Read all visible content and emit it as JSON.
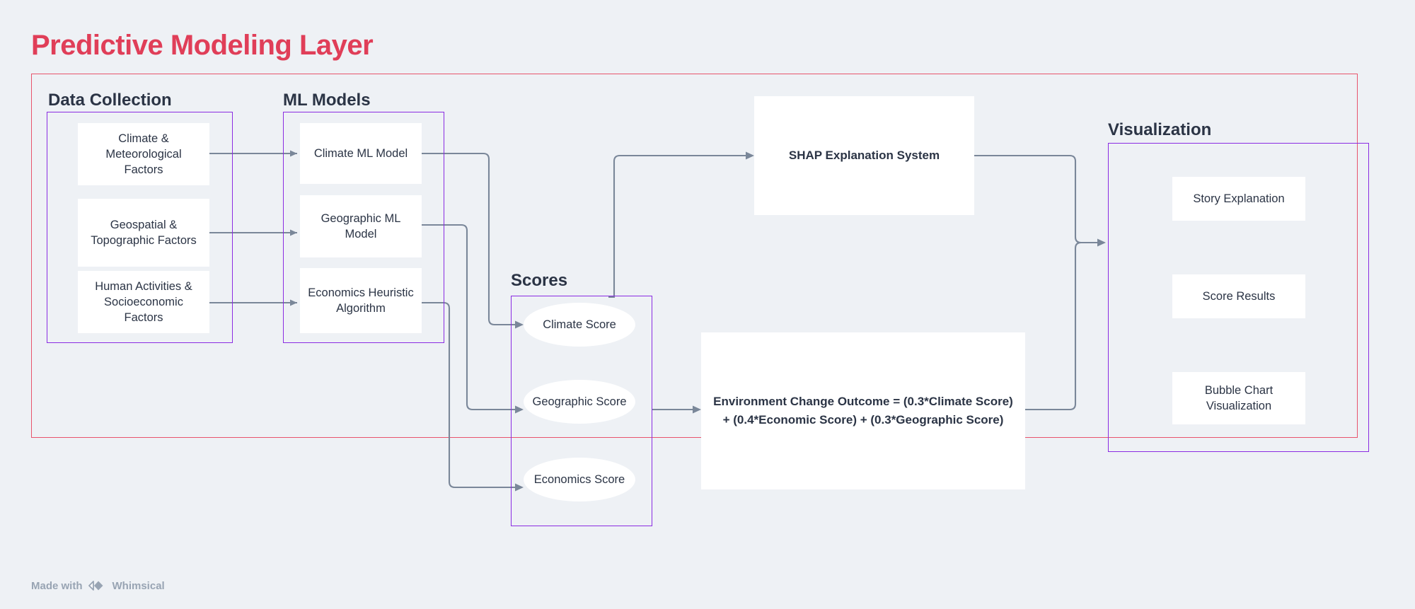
{
  "title": "Predictive Modeling Layer",
  "colors": {
    "background": "#eef1f5",
    "title_accent": "#e03e58",
    "layer_border": "#e8546c",
    "group_border": "#8a2be2",
    "node_fill": "#ffffff",
    "text": "#2b3445",
    "connector": "#7a8799",
    "footer_text": "#98a4b3"
  },
  "groups": {
    "data_collection": {
      "title": "Data Collection",
      "items": [
        {
          "label": "Climate & Meteorological Factors"
        },
        {
          "label": "Geospatial & Topographic Factors"
        },
        {
          "label": "Human Activities & Socioeconomic Factors"
        }
      ]
    },
    "ml_models": {
      "title": "ML Models",
      "items": [
        {
          "label": "Climate ML Model"
        },
        {
          "label": "Geographic ML Model"
        },
        {
          "label": "Economics Heuristic Algorithm"
        }
      ]
    },
    "scores": {
      "title": "Scores",
      "items": [
        {
          "label": "Climate Score"
        },
        {
          "label": "Geographic Score"
        },
        {
          "label": "Economics Score"
        }
      ]
    },
    "visualization": {
      "title": "Visualization",
      "items": [
        {
          "label": "Story Explanation"
        },
        {
          "label": "Score Results"
        },
        {
          "label": "Bubble Chart Visualization"
        }
      ]
    }
  },
  "standalone_nodes": {
    "shap": "SHAP Explanation System",
    "formula": "Environment Change Outcome = (0.3*Climate Score) + (0.4*Economic Score) + (0.3*Geographic Score)"
  },
  "footer": {
    "made_with": "Made with",
    "brand": "Whimsical"
  }
}
